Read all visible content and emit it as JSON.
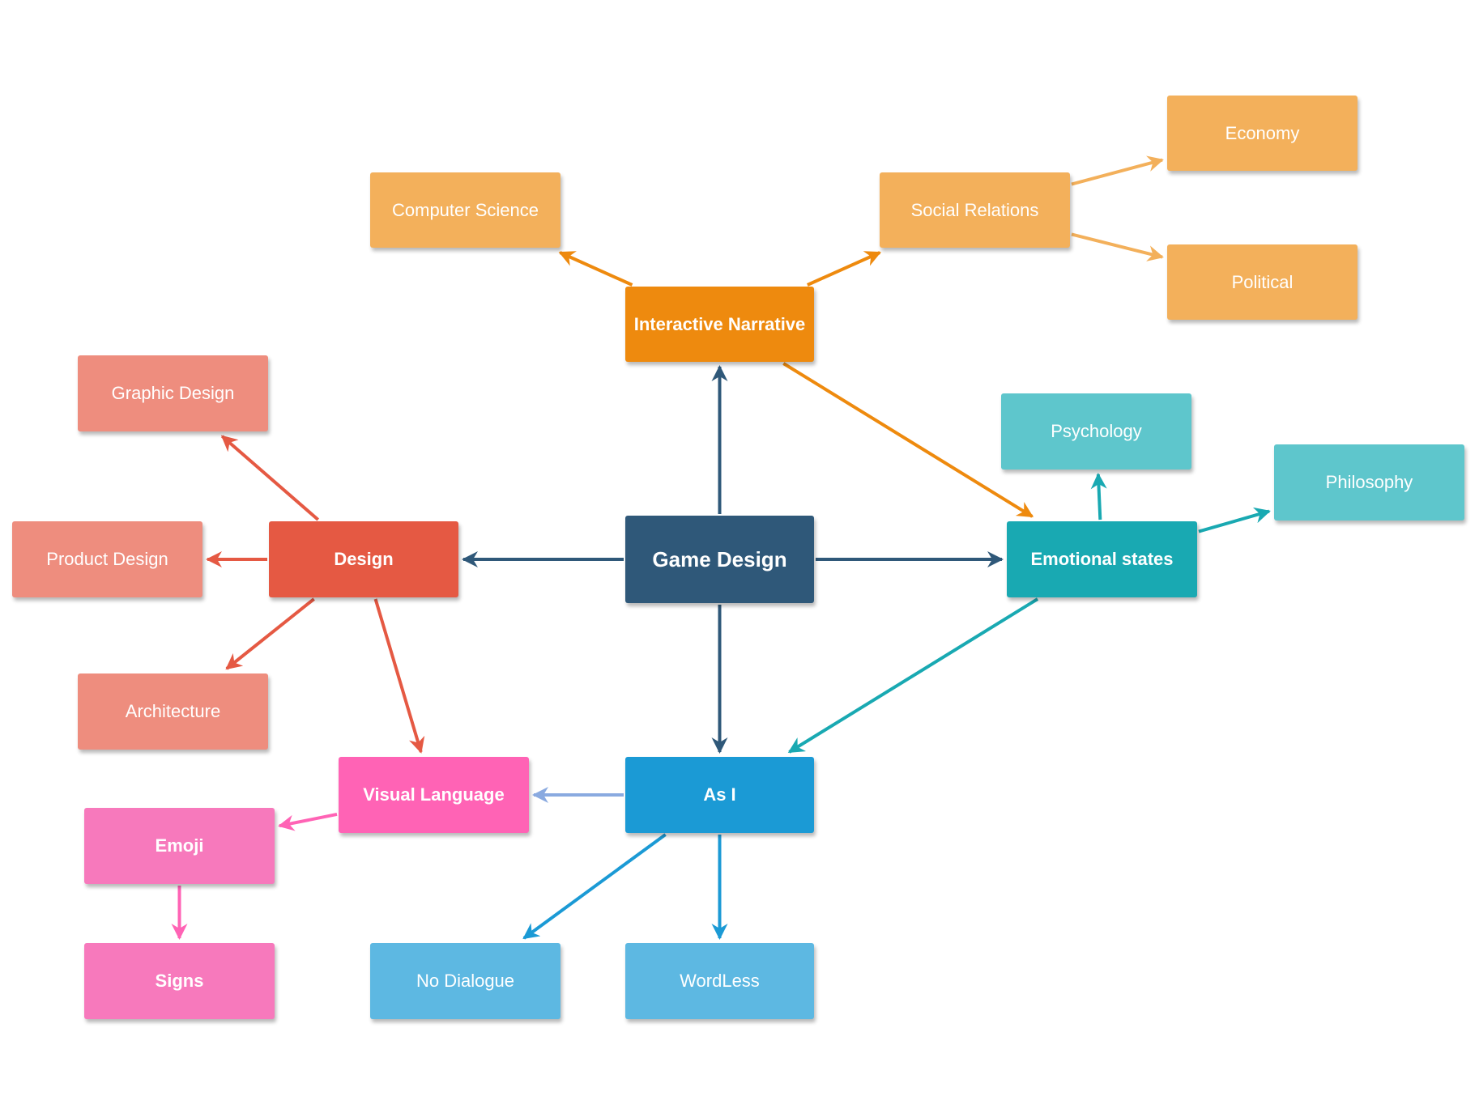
{
  "colors": {
    "navy": "#2f5879",
    "orange_dark": "#ee8a0e",
    "orange_light": "#f3b05b",
    "red": "#e55943",
    "salmon": "#ee8d7e",
    "teal_dark": "#19a9b2",
    "teal_light": "#5ec6cc",
    "blue_dark": "#1b9ad5",
    "blue_light": "#5db8e2",
    "pink_dark": "#ff63b5",
    "pink_light": "#f779bc",
    "periwinkle": "#8aaae0"
  },
  "nodes": {
    "game_design": "Game Design",
    "interactive_narrative": "Interactive Narrative",
    "computer_science": "Computer Science",
    "social_relations": "Social Relations",
    "economy": "Economy",
    "political": "Political",
    "design": "Design",
    "graphic_design": "Graphic Design",
    "product_design": "Product Design",
    "architecture": "Architecture",
    "emotional_states": "Emotional states",
    "psychology": "Psychology",
    "philosophy": "Philosophy",
    "as_i": "As I",
    "visual_language": "Visual Language",
    "emoji": "Emoji",
    "signs": "Signs",
    "no_dialogue": "No Dialogue",
    "wordless": "WordLess"
  },
  "edges": [
    {
      "from": "game_design",
      "to": "interactive_narrative",
      "color": "navy"
    },
    {
      "from": "game_design",
      "to": "design",
      "color": "navy"
    },
    {
      "from": "game_design",
      "to": "emotional_states",
      "color": "navy"
    },
    {
      "from": "game_design",
      "to": "as_i",
      "color": "navy"
    },
    {
      "from": "interactive_narrative",
      "to": "computer_science",
      "color": "orange_dark"
    },
    {
      "from": "interactive_narrative",
      "to": "social_relations",
      "color": "orange_dark"
    },
    {
      "from": "interactive_narrative",
      "to": "emotional_states",
      "color": "orange_dark"
    },
    {
      "from": "social_relations",
      "to": "economy",
      "color": "orange_light"
    },
    {
      "from": "social_relations",
      "to": "political",
      "color": "orange_light"
    },
    {
      "from": "design",
      "to": "graphic_design",
      "color": "red"
    },
    {
      "from": "design",
      "to": "product_design",
      "color": "red"
    },
    {
      "from": "design",
      "to": "architecture",
      "color": "red"
    },
    {
      "from": "design",
      "to": "visual_language",
      "color": "red"
    },
    {
      "from": "emotional_states",
      "to": "psychology",
      "color": "teal_dark"
    },
    {
      "from": "emotional_states",
      "to": "philosophy",
      "color": "teal_dark"
    },
    {
      "from": "emotional_states",
      "to": "as_i",
      "color": "teal_dark"
    },
    {
      "from": "as_i",
      "to": "visual_language",
      "color": "periwinkle"
    },
    {
      "from": "as_i",
      "to": "no_dialogue",
      "color": "blue_dark"
    },
    {
      "from": "as_i",
      "to": "wordless",
      "color": "blue_dark"
    },
    {
      "from": "visual_language",
      "to": "emoji",
      "color": "pink_dark"
    },
    {
      "from": "emoji",
      "to": "signs",
      "color": "pink_dark"
    }
  ]
}
